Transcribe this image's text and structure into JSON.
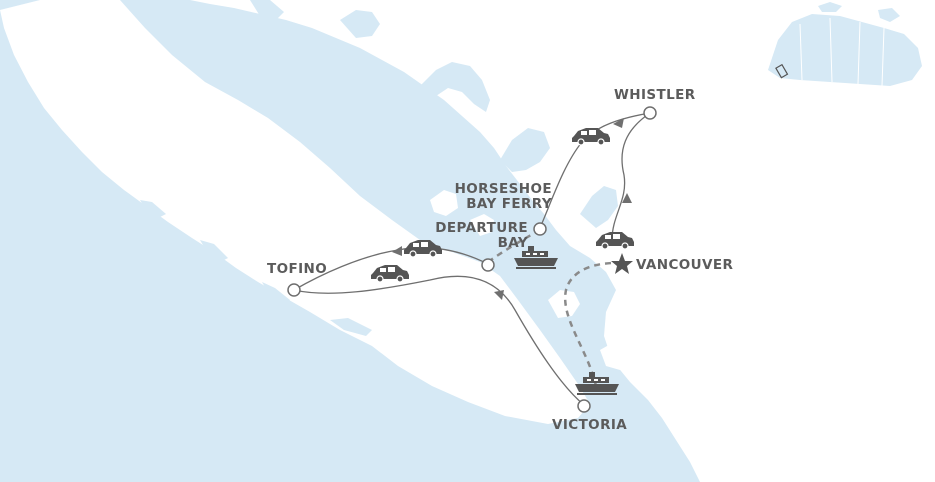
{
  "map": {
    "colors": {
      "water": "#d6e9f5",
      "land": "#ffffff",
      "route": "#6f6f6f",
      "ferry_route": "#8a8a8a",
      "icon": "#555555",
      "inset_background": "#ffffff",
      "inset_land": "#d6e9f5"
    },
    "labels": {
      "whistler": "WHISTLER",
      "horseshoe_bay_line1": "HORSESHOE",
      "horseshoe_bay_line2": "BAY FERRY",
      "departure_bay_line1": "DEPARTURE",
      "departure_bay_line2": "BAY",
      "tofino": "TOFINO",
      "vancouver": "VANCOUVER",
      "victoria": "VICTORIA"
    },
    "icons": [
      "car-icon",
      "ferry-icon",
      "star-icon",
      "waypoint-circle-icon"
    ]
  }
}
